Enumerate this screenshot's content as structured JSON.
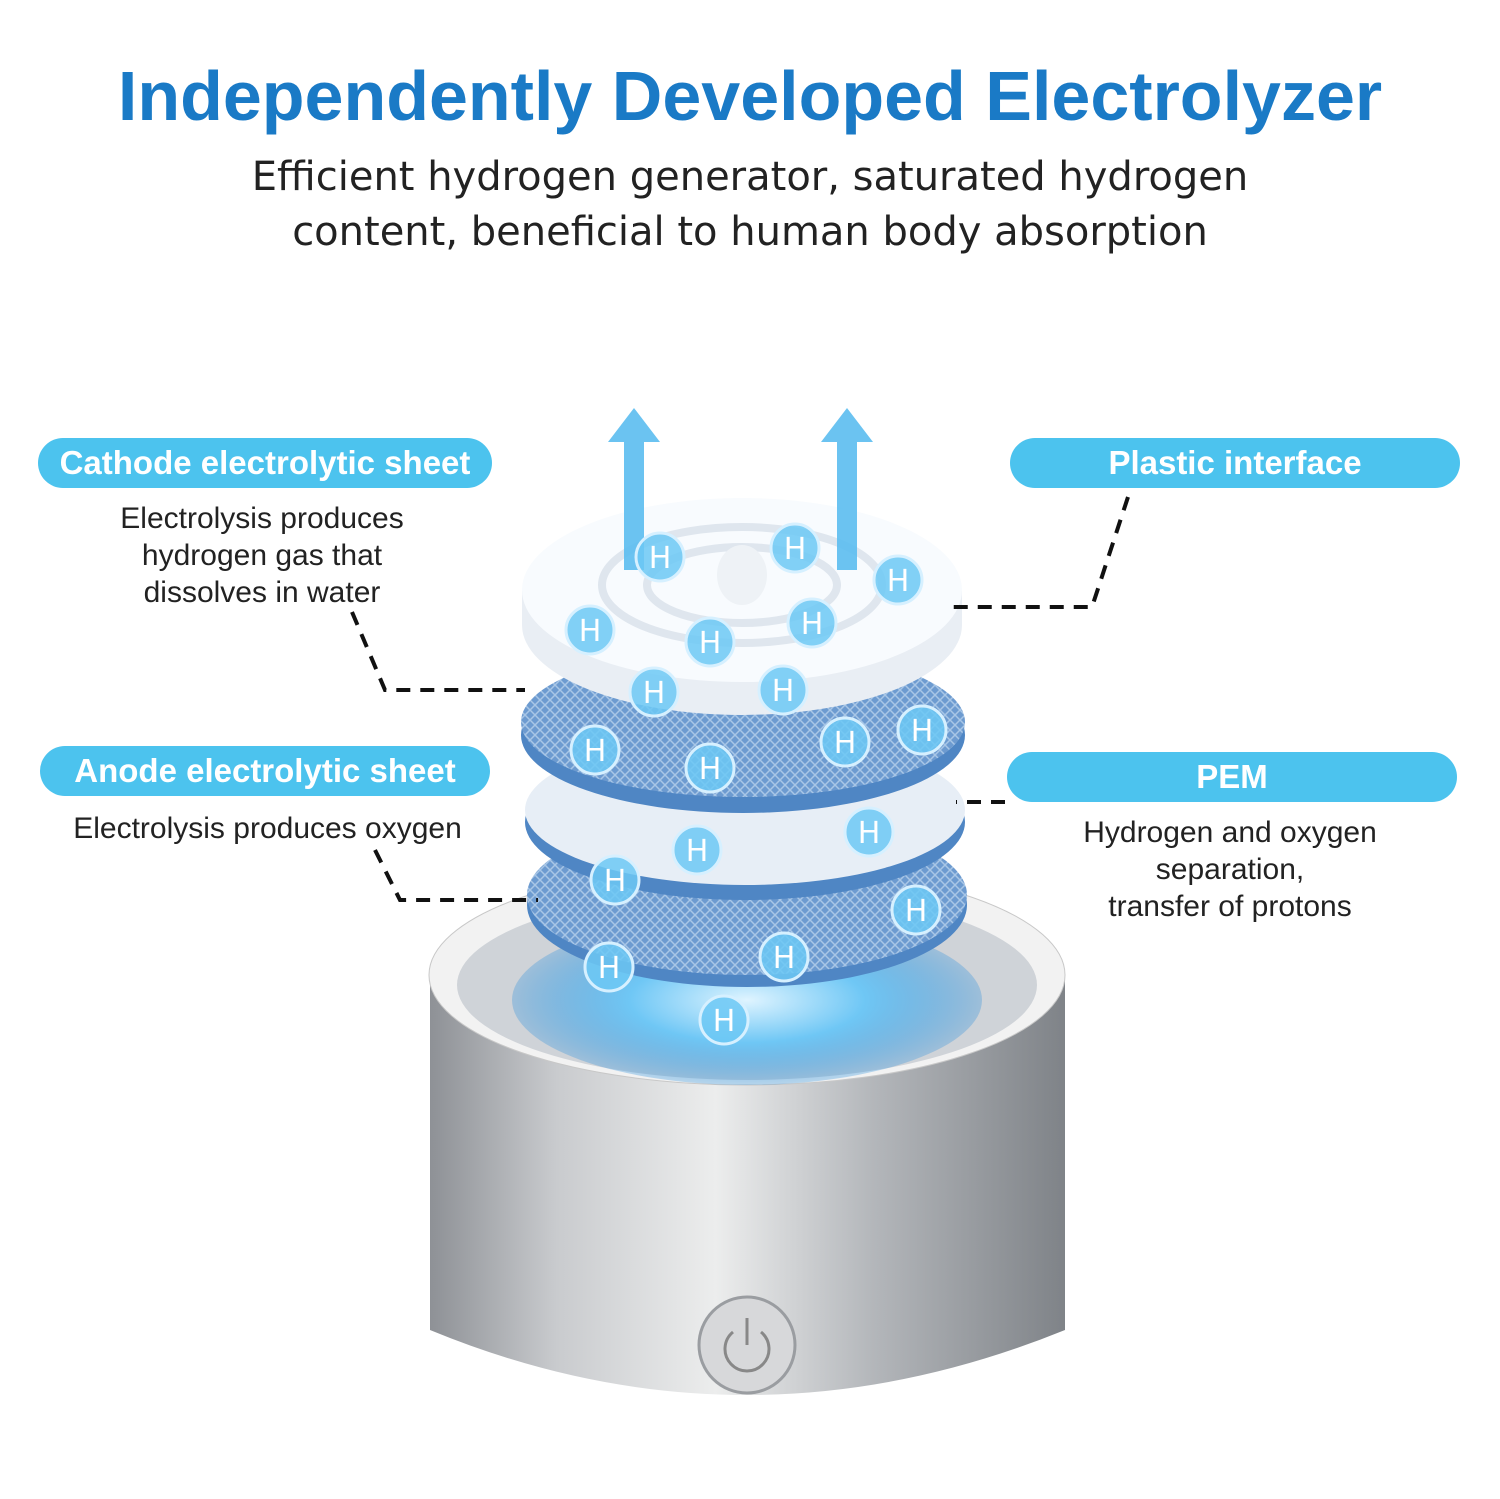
{
  "header": {
    "title": "Independently Developed Electrolyzer",
    "subtitle_lines": [
      "Efficient hydrogen generator, saturated hydrogen",
      "content, beneficial to human body absorption"
    ]
  },
  "callouts": {
    "cathode": {
      "label": "Cathode electrolytic sheet",
      "desc": [
        "Electrolysis produces",
        "hydrogen gas that",
        "dissolves in water"
      ]
    },
    "anode": {
      "label": "Anode electrolytic sheet",
      "desc": [
        "Electrolysis produces oxygen"
      ]
    },
    "plastic": {
      "label": "Plastic interface"
    },
    "pem": {
      "label": "PEM",
      "desc": [
        "Hydrogen and oxygen",
        "separation,",
        "transfer of protons"
      ]
    }
  },
  "illustration": {
    "bubble_label": "H"
  },
  "colors": {
    "title": "#1a7ac6",
    "pill": "#4cc3ee",
    "bubble": "#6cc8f4",
    "arrow": "#5bbdf0",
    "mesh": "#5b8fc8",
    "steel": "#b9bcc0"
  }
}
